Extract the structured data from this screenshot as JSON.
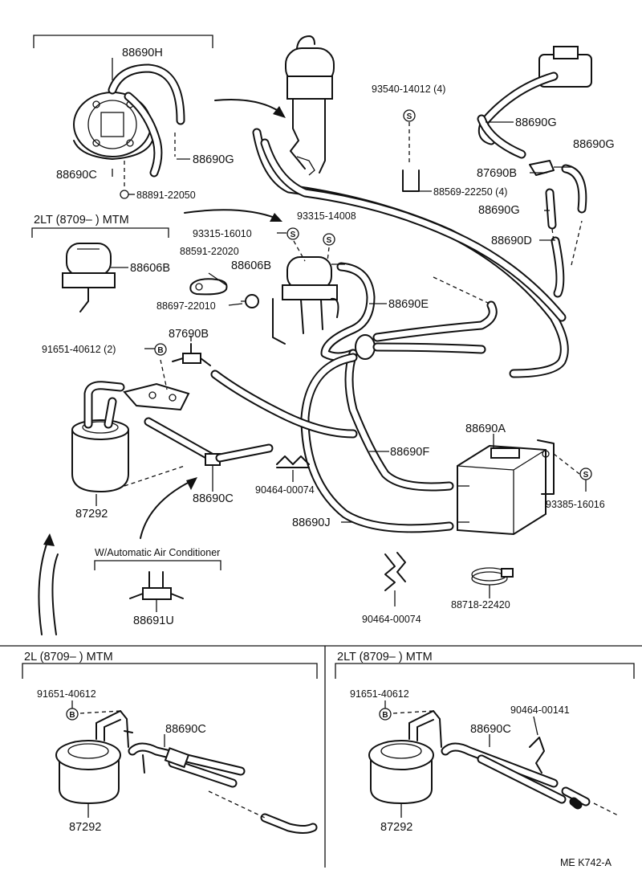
{
  "diagram": {
    "code": "ME  K742-A",
    "sections": {
      "mtm_2lt_top": "2LT (8709–      ) MTM",
      "w_auto_ac": "W/Automatic Air Conditioner",
      "mtm_2l_bottom": "2L (8709–          ) MTM",
      "mtm_2lt_bottom": "2LT (8709–         ) MTM"
    },
    "labels": {
      "p88690H": "88690H",
      "p88690G_a": "88690G",
      "p88690C_a": "88690C",
      "p88891": "88891-22050",
      "p93540": "93540-14012 (4)",
      "p88690G_b": "88690G",
      "p88690G_c": "88690G",
      "p87690B_a": "87690B",
      "p88569": "88569-22250 (4)",
      "p88690G_d": "88690G",
      "p88690D": "88690D",
      "p93315_14008": "93315-14008",
      "p93315_16010": "93315-16010",
      "p88606B_a": "88606B",
      "p88591": "88591-22020",
      "p88606B_b": "88606B",
      "p88697": "88697-22010",
      "p88690E": "88690E",
      "p87690B_b": "87690B",
      "p91651_a": "91651-40612 (2)",
      "p88690A": "88690A",
      "p88690F": "88690F",
      "p90464_a": "90464-00074",
      "p93385": "93385-16016",
      "p88690C_b": "88690C",
      "p87292_a": "87292",
      "p88690J": "88690J",
      "p88691U": "88691U",
      "p90464_b": "90464-00074",
      "p88718": "88718-22420",
      "p91651_b": "91651-40612",
      "p88690C_c": "88690C",
      "p87292_b": "87292",
      "p91651_c": "91651-40612",
      "p90464_c": "90464-00141",
      "p88690C_d": "88690C",
      "p87292_c": "87292"
    },
    "symbols": {
      "screw": "S",
      "bolt": "B"
    }
  }
}
